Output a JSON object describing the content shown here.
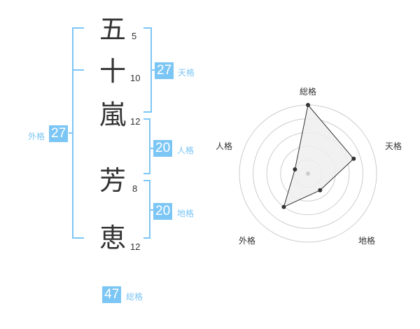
{
  "name": {
    "chars": [
      {
        "char": "五",
        "strokes": "5"
      },
      {
        "char": "十",
        "strokes": "10"
      },
      {
        "char": "嵐",
        "strokes": "12"
      },
      {
        "char": "芳",
        "strokes": "8"
      },
      {
        "char": "恵",
        "strokes": "12"
      }
    ]
  },
  "fortunes": {
    "tenkaku": {
      "value": "27",
      "label": "天格"
    },
    "jinkaku": {
      "value": "20",
      "label": "人格"
    },
    "chikaku": {
      "value": "20",
      "label": "地格"
    },
    "gaikaku": {
      "value": "27",
      "label": "外格"
    },
    "soukaku": {
      "value": "47",
      "label": "総格"
    }
  },
  "colors": {
    "accent": "#7cc6f5",
    "text": "#333333",
    "grid": "#cccccc",
    "fill": "#eeeeee"
  },
  "chart_data": {
    "type": "radar",
    "axes": [
      "総格",
      "天格",
      "地格",
      "外格",
      "人格"
    ],
    "values": [
      5,
      3.5,
      1.5,
      3,
      1
    ],
    "range": [
      0,
      5
    ]
  }
}
